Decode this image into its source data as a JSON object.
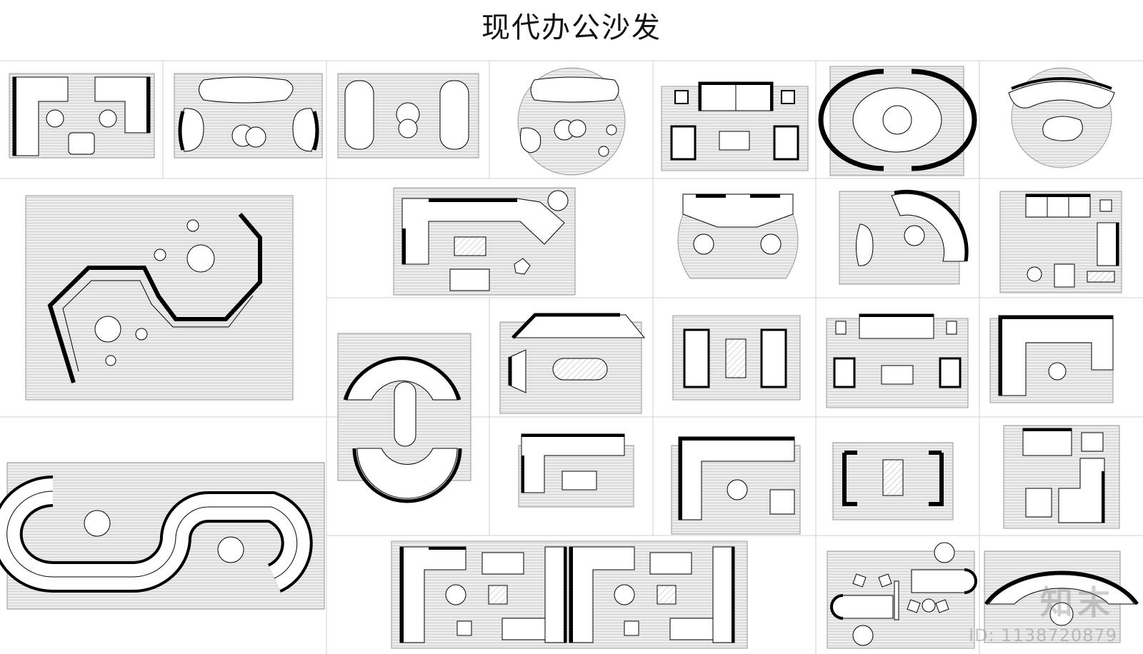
{
  "title": "现代办公沙发",
  "watermark": {
    "brand": "知末",
    "id_text": "ID: 1138720879"
  },
  "colors": {
    "grid": "#d2d2d2",
    "rug": "#eaeaea",
    "rug_line": "#bdbdbd",
    "ink": "#000000",
    "fill": "#ffffff"
  },
  "layouts": [
    {
      "name": "layout-01"
    },
    {
      "name": "layout-02"
    },
    {
      "name": "layout-03"
    },
    {
      "name": "layout-04"
    },
    {
      "name": "layout-05"
    },
    {
      "name": "layout-06"
    },
    {
      "name": "layout-07"
    },
    {
      "name": "layout-08"
    },
    {
      "name": "layout-09"
    },
    {
      "name": "layout-10"
    },
    {
      "name": "layout-11"
    },
    {
      "name": "layout-12"
    },
    {
      "name": "layout-13"
    },
    {
      "name": "layout-14"
    },
    {
      "name": "layout-15"
    },
    {
      "name": "layout-16"
    },
    {
      "name": "layout-17"
    },
    {
      "name": "layout-18"
    },
    {
      "name": "layout-19"
    },
    {
      "name": "layout-20"
    },
    {
      "name": "layout-21"
    },
    {
      "name": "layout-22"
    },
    {
      "name": "layout-23"
    },
    {
      "name": "layout-24"
    },
    {
      "name": "layout-25"
    },
    {
      "name": "layout-26"
    },
    {
      "name": "layout-27"
    }
  ]
}
